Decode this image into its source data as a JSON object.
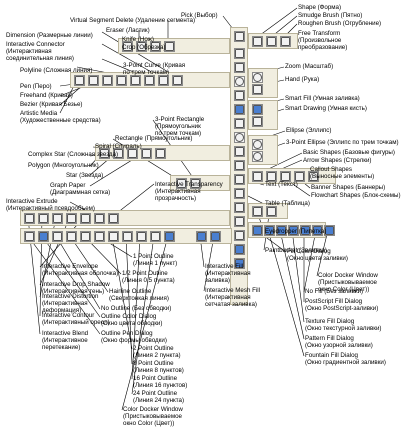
{
  "left_top": [
    {
      "t1": "Virtual Segment Delete (Удаление сегмента)"
    },
    {
      "t1": "Dimension (Размерные линии)"
    },
    {
      "t1": "Interactive Connector",
      "t2": "(Интерактивная",
      "t3": "соединительная линия)"
    },
    {
      "t1": "Polyline (Сложная линия)"
    },
    {
      "t1": "Pen (Перо)"
    },
    {
      "t1": "Freehand (Кривая)"
    },
    {
      "t1": "Bezier (Кривая Безье)"
    },
    {
      "t1": "Artistic Media",
      "t2": "(Художественные средства)"
    }
  ],
  "top_mid": [
    {
      "t1": "Eraser (Ластик)"
    },
    {
      "t1": "Knife (Нож)"
    },
    {
      "t1": "Crop (Обрезка)"
    },
    {
      "t1": "3-Point Curve (Кривая",
      "t2": "по трем точкам)"
    },
    {
      "t1": "Pick (Выбор)"
    }
  ],
  "mid_left": [
    {
      "t1": "3-Point Rectangle",
      "t2": "(Прямоугольник",
      "t3": "по трем точкам)"
    },
    {
      "t1": "Rectangle (Прямоугольник)"
    },
    {
      "t1": "Spiral (Спираль)"
    },
    {
      "t1": "Complex Star (Сложная звезда)"
    },
    {
      "t1": "Polygon (Многоугольник)"
    },
    {
      "t1": "Star (Звезда)"
    },
    {
      "t1": "Graph Paper",
      "t2": "(Диаграммная сетка)"
    },
    {
      "t1": "Interactive Transparency",
      "t2": "(Интерактивная",
      "t3": "прозрачность)"
    },
    {
      "t1": "Interactive Extrude",
      "t2": "(Интерактивный псевдообъем)"
    }
  ],
  "right": [
    {
      "t1": "Shape (Форма)"
    },
    {
      "t1": "Smudge Brush (Пятно)"
    },
    {
      "t1": "Roughen Brush (Огрубление)"
    },
    {
      "t1": "Free Transform",
      "t2": "(Произвольное",
      "t3": "преобразование)"
    },
    {
      "t1": "Zoom (Масштаб)"
    },
    {
      "t1": "Hand (Рука)"
    },
    {
      "t1": "Smart Fill (Умная заливка)"
    },
    {
      "t1": "Smart Drawing (Умная кисть)"
    },
    {
      "t1": "Ellipse (Эллипс)"
    },
    {
      "t1": "3-Point Ellipse (Эллипс по трем точкам)"
    },
    {
      "t1": "Basic Shapes (Базовые фигуры)"
    },
    {
      "t1": "Arrow Shapes (Стрелки)"
    },
    {
      "t1": "Callout Shapes",
      "t2": "(Выносные элементы)"
    },
    {
      "t1": "Banner Shapes (Баннеры)"
    },
    {
      "t1": "Flowchart Shapes (Блок-схемы)"
    },
    {
      "t1": "Text (Текст)"
    },
    {
      "t1": "Table (Таблица)"
    },
    {
      "t1": "Eyedropper (Пипетка)"
    },
    {
      "t1": "Paintbucket (Заливка)"
    }
  ],
  "bottom_left": [
    {
      "t1": "Interactive Envelope",
      "t2": "(Интерактивная оболочка)"
    },
    {
      "t1": "Interactive Drop Shadow",
      "t2": "(Интерактивная тень)"
    },
    {
      "t1": "Interactive Distortion",
      "t2": "(Интерактивная",
      "t3": "деформация)"
    },
    {
      "t1": "Interactive Contour",
      "t2": "(Интерактивный ореол)"
    },
    {
      "t1": "Interactive Blend",
      "t2": "(Интерактивное",
      "t3": "перетекание)"
    }
  ],
  "bottom_mid": [
    {
      "t1": "1 Point Outline",
      "t2": "(Линия 1 пункт)"
    },
    {
      "t1": "1/2 Point Outline",
      "t2": "(Линия 0,5 пункта)"
    },
    {
      "t1": "Hairline Outline",
      "t2": "(Сверхтонкая линия)"
    },
    {
      "t1": "No Outline (Без обводки)"
    },
    {
      "t1": "Outline Color Dialog",
      "t2": "(Окно цвета обводки)"
    },
    {
      "t1": "Outline Pen Dialog",
      "t2": "(Окно формы обводки)"
    },
    {
      "t1": "2 Point Outline",
      "t2": "(Линия 2 пункта)"
    },
    {
      "t1": "8 Point Outline",
      "t2": "(Линия 8 пунктов)"
    },
    {
      "t1": "16 Point Outline",
      "t2": "(Линия 16 пунктов)"
    },
    {
      "t1": "24 Point Outline",
      "t2": "(Линия 24 пункта)"
    },
    {
      "t1": "Color Docker Window",
      "t2": "(Пристыковываемое",
      "t3": "окно Color (Цвет))"
    }
  ],
  "fill_mid": [
    {
      "t1": "Interactive Fill",
      "t2": "(Интерактивная",
      "t3": "заливка)"
    },
    {
      "t1": "Interactive Mesh Fill",
      "t2": "(Интерактивная",
      "t3": "сетчатая заливка)"
    }
  ],
  "fill_right": [
    {
      "t1": "Fill Color Dialog",
      "t2": "(Окно цвета заливки)"
    },
    {
      "t1": "Color Docker Window",
      "t2": "(Пристыковываемое",
      "t3": "окно Color (Цвет))"
    },
    {
      "t1": "No Fill (Без заливки)"
    },
    {
      "t1": "PostScript Fill Dialog",
      "t2": "(Окно PostScript-заливки)"
    },
    {
      "t1": "Texture Fill Dialog",
      "t2": "(Окно текстурной заливки)"
    },
    {
      "t1": "Pattern Fill Dialog",
      "t2": "(Окно узорной заливки)"
    },
    {
      "t1": "Fountain Fill Dialog",
      "t2": "(Окно градиентной заливки)"
    }
  ],
  "colors": {
    "panel": "#f1eee0",
    "leader": "#000000"
  }
}
